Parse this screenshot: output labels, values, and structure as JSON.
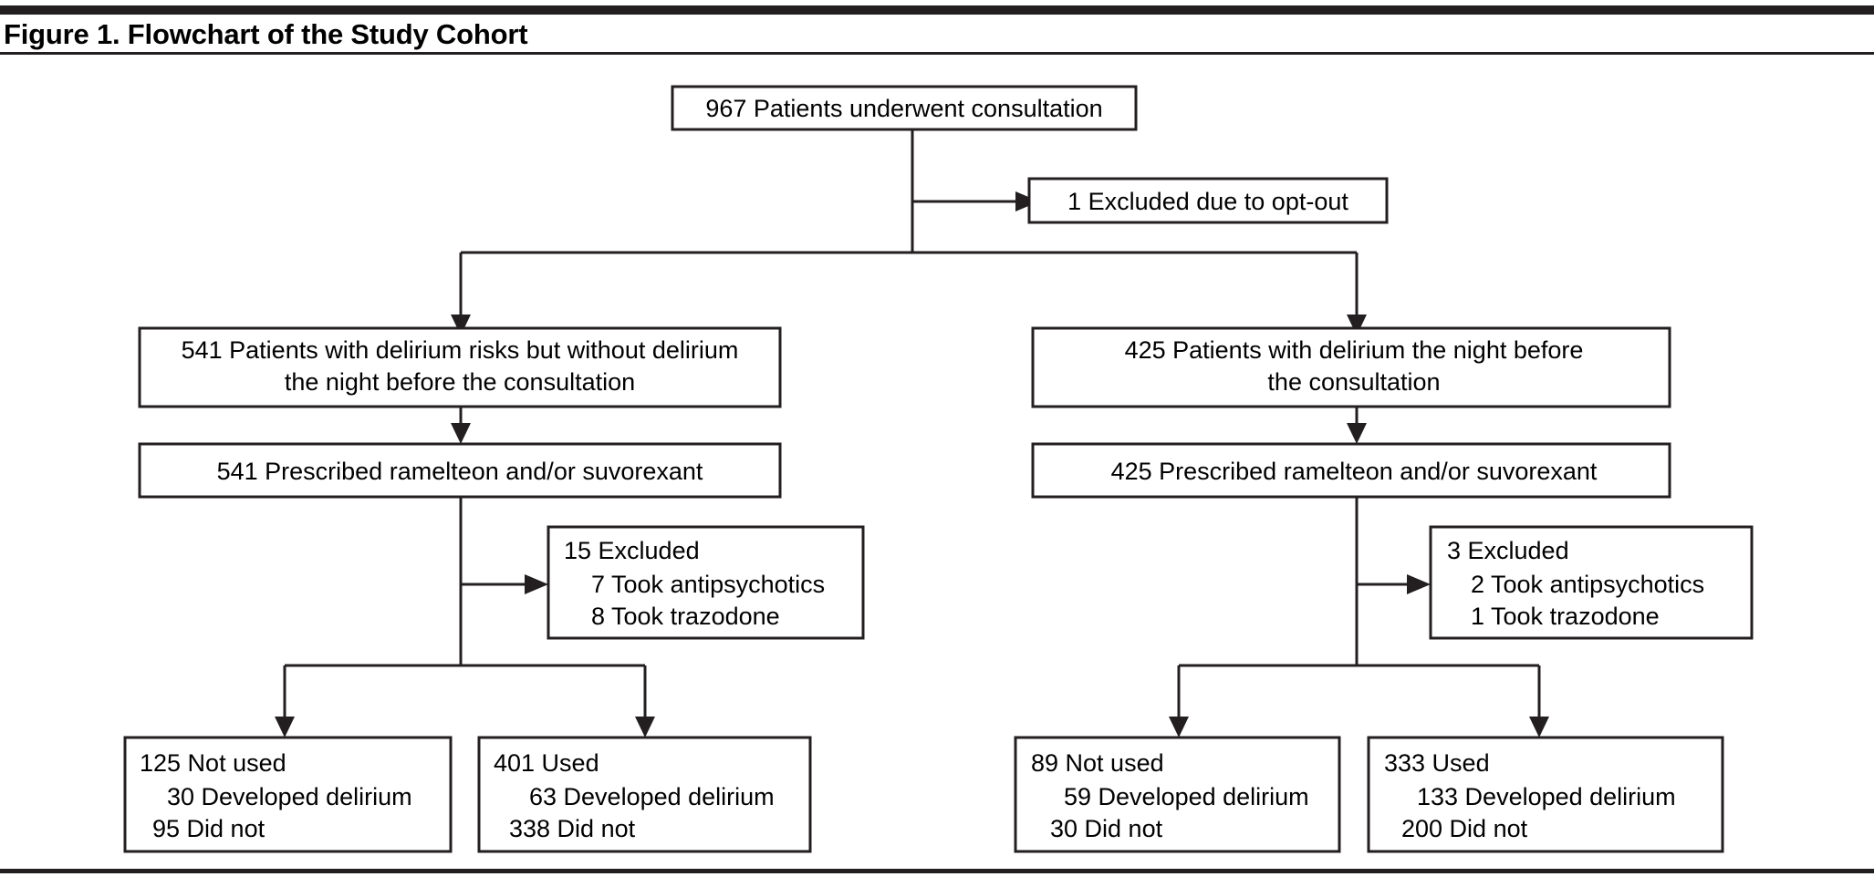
{
  "figure": {
    "title": "Figure 1. Flowchart of the Study Cohort",
    "rule_color": "#231f20",
    "box_border_color": "#231f20",
    "background": "#ffffff"
  },
  "chart_data": {
    "type": "diagram",
    "title": "Figure 1. Flowchart of the Study Cohort",
    "diagram_kind": "CONSORT-style patient flow diagram",
    "nodes": [
      {
        "id": "enrolled",
        "label": "967 Patients underwent consultation",
        "value": 967
      },
      {
        "id": "excluded_optout",
        "label": "1 Excluded due to opt-out",
        "value": 1
      },
      {
        "id": "left_group",
        "label": "541 Patients with delirium risks but without delirium the night before the consultation",
        "value": 541
      },
      {
        "id": "right_group",
        "label": "425 Patients with delirium the night before the consultation",
        "value": 425
      },
      {
        "id": "left_prescribed",
        "label": "541 Prescribed ramelteon and/or suvorexant",
        "value": 541
      },
      {
        "id": "right_prescribed",
        "label": "425 Prescribed ramelteon and/or suvorexant",
        "value": 425
      },
      {
        "id": "left_excluded",
        "label": "15 Excluded / 7 Took antipsychotics / 8 Took trazodone",
        "value": 15
      },
      {
        "id": "right_excluded",
        "label": "3 Excluded / 2 Took antipsychotics / 1 Took trazodone",
        "value": 3
      },
      {
        "id": "left_notused",
        "label": "125 Not used / 30 Developed delirium / 95 Did not",
        "value": 125
      },
      {
        "id": "left_used",
        "label": "401 Used / 63 Developed delirium / 338 Did not",
        "value": 401
      },
      {
        "id": "right_notused",
        "label": "89 Not used / 59 Developed delirium / 30 Did not",
        "value": 89
      },
      {
        "id": "right_used",
        "label": "333 Used / 133 Developed delirium / 200 Did not",
        "value": 333
      }
    ],
    "edges": [
      {
        "from": "enrolled",
        "to": "excluded_optout"
      },
      {
        "from": "enrolled",
        "to": "left_group"
      },
      {
        "from": "enrolled",
        "to": "right_group"
      },
      {
        "from": "left_group",
        "to": "left_prescribed"
      },
      {
        "from": "right_group",
        "to": "right_prescribed"
      },
      {
        "from": "left_prescribed",
        "to": "left_excluded"
      },
      {
        "from": "left_prescribed",
        "to": "left_notused"
      },
      {
        "from": "left_prescribed",
        "to": "left_used"
      },
      {
        "from": "right_prescribed",
        "to": "right_excluded"
      },
      {
        "from": "right_prescribed",
        "to": "right_notused"
      },
      {
        "from": "right_prescribed",
        "to": "right_used"
      }
    ]
  },
  "boxes": {
    "enrolled": {
      "line1": "967 Patients underwent consultation"
    },
    "excluded_optout": {
      "line1": "1 Excluded due to opt-out"
    },
    "left_group": {
      "line1": "541 Patients with delirium risks but without delirium",
      "line2": "the night before the consultation"
    },
    "right_group": {
      "line1": "425 Patients with delirium the night before",
      "line2": "the consultation"
    },
    "left_prescribed": {
      "line1": "541 Prescribed ramelteon and/or suvorexant"
    },
    "right_prescribed": {
      "line1": "425 Prescribed ramelteon and/or suvorexant"
    },
    "left_excluded": {
      "line1": "15 Excluded",
      "line2": "7 Took antipsychotics",
      "line3": "8 Took trazodone"
    },
    "right_excluded": {
      "line1": "3 Excluded",
      "line2": "2 Took antipsychotics",
      "line3": "1 Took trazodone"
    },
    "left_notused": {
      "line1": "125 Not used",
      "line2": "30 Developed delirium",
      "line3": "95 Did not"
    },
    "left_used": {
      "line1": "401 Used",
      "line2": "63 Developed delirium",
      "line3": "338 Did not"
    },
    "right_notused": {
      "line1": "89 Not used",
      "line2": "59 Developed delirium",
      "line3": "30 Did not"
    },
    "right_used": {
      "line1": "333 Used",
      "line2": "133 Developed delirium",
      "line3": "200 Did not"
    }
  }
}
